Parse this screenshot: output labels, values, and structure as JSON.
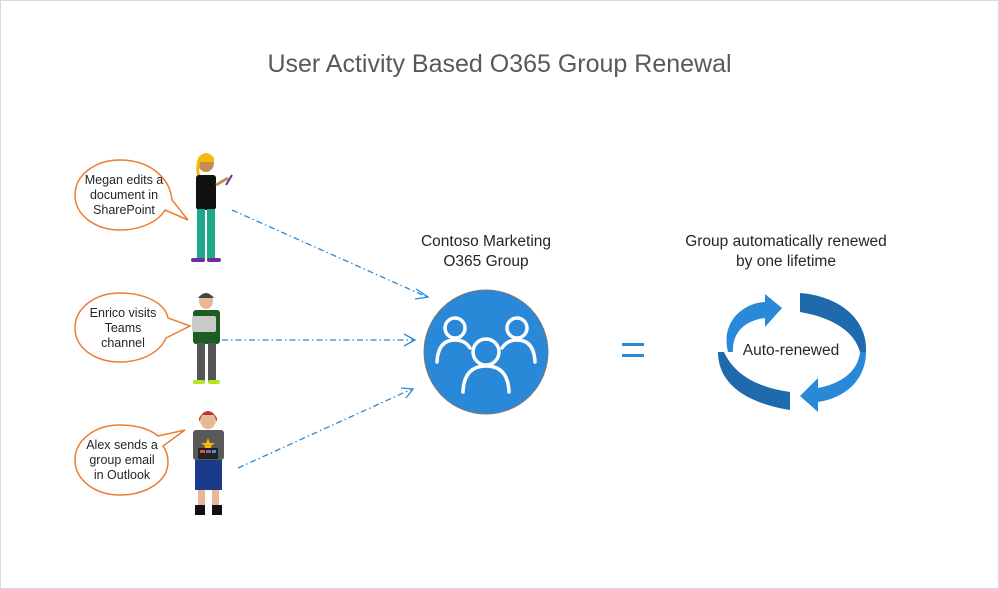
{
  "title": "User Activity Based O365 Group Renewal",
  "users": [
    {
      "name": "Megan",
      "activity": "Megan edits a document in SharePoint",
      "lines": [
        "Megan edits a",
        "document in",
        "SharePoint"
      ]
    },
    {
      "name": "Enrico",
      "activity": "Enrico visits Teams channel",
      "lines": [
        "Enrico visits",
        "Teams",
        "channel"
      ]
    },
    {
      "name": "Alex",
      "activity": "Alex sends a group email in Outlook",
      "lines": [
        "Alex sends a",
        "group email",
        "in Outlook"
      ]
    }
  ],
  "group": {
    "lines": [
      "Contoso Marketing",
      "O365 Group"
    ],
    "icon": "group-people-icon"
  },
  "equals_symbol": "=",
  "result": {
    "lines": [
      "Group automatically renewed",
      "by one lifetime"
    ],
    "cycle_label": "Auto-renewed",
    "icon": "renew-cycle-icon"
  },
  "colors": {
    "accent_blue": "#2a88d8",
    "dark_blue": "#1f6aad",
    "bubble_border": "#ed7d31",
    "title_gray": "#595959"
  }
}
